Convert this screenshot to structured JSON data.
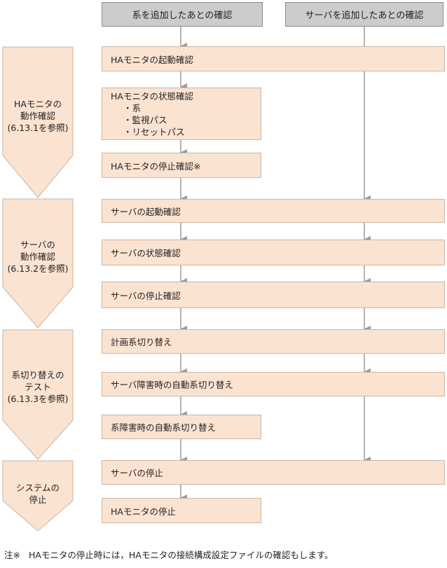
{
  "headers": {
    "left": "系を追加したあとの確認",
    "right": "サーバを追加したあとの確認"
  },
  "phases": [
    {
      "lines": [
        "HAモニタの",
        "動作確認",
        "(6.13.1を参照)"
      ]
    },
    {
      "lines": [
        "サーバの",
        "動作確認",
        "(6.13.2を参照)"
      ]
    },
    {
      "lines": [
        "系切り替えの",
        "テスト",
        "(6.13.3を参照)"
      ]
    },
    {
      "lines": [
        "システムの",
        "停止"
      ]
    }
  ],
  "steps": {
    "ha_start": "HAモニタの起動確認",
    "ha_status": "HAモニタの状態確認",
    "ha_status_items": [
      "・系",
      "・監視パス",
      "・リセットパス"
    ],
    "ha_stop": "HAモニタの停止確認※",
    "server_start": "サーバの起動確認",
    "server_status": "サーバの状態確認",
    "server_stop": "サーバの停止確認",
    "planned_switch": "計画系切り替え",
    "server_fail_switch": "サーバ障害時の自動系切り替え",
    "system_fail_switch": "系障害時の自動系切り替え",
    "server_shutdown": "サーバの停止",
    "ha_shutdown": "HAモニタの停止"
  },
  "note": {
    "mark": "注※",
    "text": "HAモニタの停止時には，HAモニタの接続構成設定ファイルの確認もします。"
  },
  "colors": {
    "box_fill": "#fbe3d1",
    "header_fill": "#cccccc",
    "arrow": "#9a9a9a"
  }
}
